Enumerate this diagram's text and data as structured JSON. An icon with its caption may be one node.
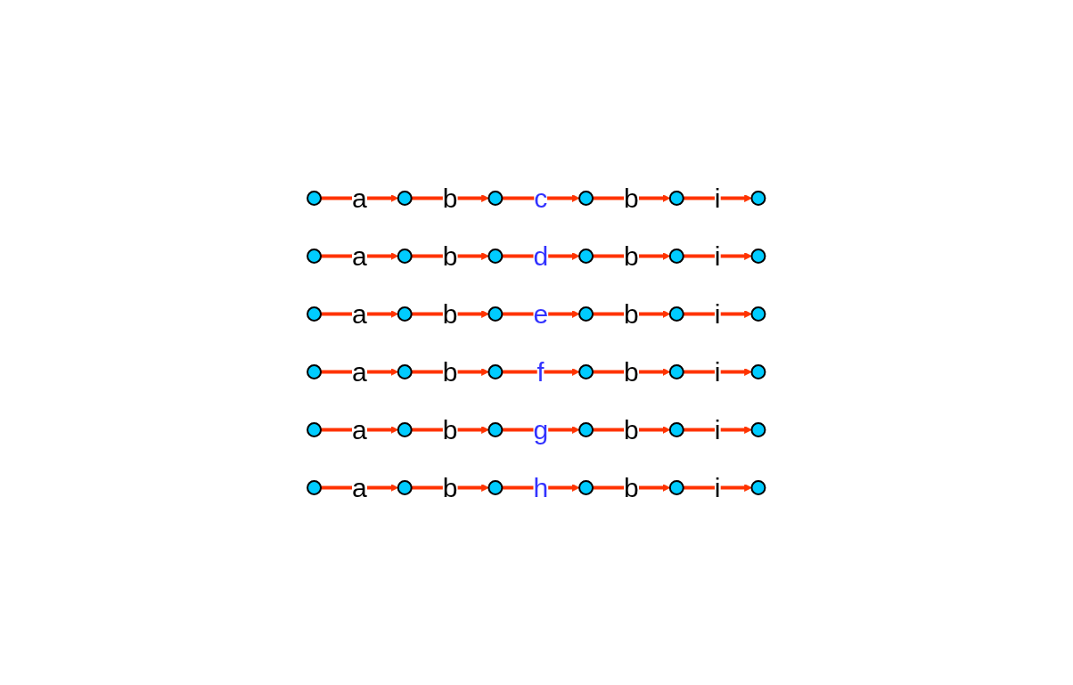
{
  "diagram": {
    "nodes": [
      {
        "text": [],
        "shape": "circle"
      },
      {
        "text": [],
        "shape": "circle"
      },
      {
        "text": [],
        "shape": "circle"
      },
      {
        "text": [],
        "shape": "circle"
      },
      {
        "text": [],
        "shape": "circle"
      },
      {
        "text": [],
        "shape": "circle"
      },
      {
        "text": [],
        "shape": "circle"
      },
      {
        "text": [],
        "shape": "circle"
      },
      {
        "text": [],
        "shape": "circle"
      },
      {
        "text": [],
        "shape": "circle"
      },
      {
        "text": [],
        "shape": "circle"
      },
      {
        "text": [],
        "shape": "circle"
      },
      {
        "text": [],
        "shape": "circle"
      },
      {
        "text": [],
        "shape": "circle"
      },
      {
        "text": [],
        "shape": "circle"
      },
      {
        "text": [],
        "shape": "circle"
      },
      {
        "text": [],
        "shape": "circle"
      },
      {
        "text": [],
        "shape": "circle"
      },
      {
        "text": [],
        "shape": "circle"
      },
      {
        "text": [],
        "shape": "circle"
      },
      {
        "text": [],
        "shape": "circle"
      },
      {
        "text": [],
        "shape": "circle"
      },
      {
        "text": [],
        "shape": "circle"
      },
      {
        "text": [],
        "shape": "circle"
      },
      {
        "text": [],
        "shape": "circle"
      },
      {
        "text": [],
        "shape": "circle"
      },
      {
        "text": [],
        "shape": "circle"
      },
      {
        "text": [],
        "shape": "circle"
      },
      {
        "text": [],
        "shape": "circle"
      },
      {
        "text": [],
        "shape": "circle"
      },
      {
        "text": [],
        "shape": "circle"
      },
      {
        "text": [],
        "shape": "circle"
      },
      {
        "text": [],
        "shape": "circle"
      },
      {
        "text": [],
        "shape": "circle"
      },
      {
        "text": [],
        "shape": "circle"
      },
      {
        "text": [],
        "shape": "circle"
      }
    ],
    "edges": [
      {
        "from": 0,
        "to": 1,
        "arrow": "to",
        "label": "a"
      },
      {
        "from": 1,
        "to": 2,
        "arrow": "to",
        "label": "b"
      },
      {
        "from": 2,
        "to": 3,
        "arrow": "to",
        "label": "c"
      },
      {
        "from": 3,
        "to": 4,
        "arrow": "to",
        "label": "b"
      },
      {
        "from": 4,
        "to": 5,
        "arrow": "to",
        "label": "i"
      },
      {
        "from": 6,
        "to": 7,
        "arrow": "to",
        "label": "a"
      },
      {
        "from": 7,
        "to": 8,
        "arrow": "to",
        "label": "b"
      },
      {
        "from": 8,
        "to": 9,
        "arrow": "to",
        "label": "d"
      },
      {
        "from": 9,
        "to": 10,
        "arrow": "to",
        "label": "b"
      },
      {
        "from": 10,
        "to": 11,
        "arrow": "to",
        "label": "i"
      },
      {
        "from": 12,
        "to": 13,
        "arrow": "to",
        "label": "a"
      },
      {
        "from": 13,
        "to": 14,
        "arrow": "to",
        "label": "b"
      },
      {
        "from": 14,
        "to": 15,
        "arrow": "to",
        "label": "e"
      },
      {
        "from": 15,
        "to": 16,
        "arrow": "to",
        "label": "b"
      },
      {
        "from": 16,
        "to": 17,
        "arrow": "to",
        "label": "i"
      },
      {
        "from": 18,
        "to": 19,
        "arrow": "to",
        "label": "a"
      },
      {
        "from": 19,
        "to": 20,
        "arrow": "to",
        "label": "b"
      },
      {
        "from": 20,
        "to": 21,
        "arrow": "to",
        "label": "f"
      },
      {
        "from": 21,
        "to": 22,
        "arrow": "to",
        "label": "b"
      },
      {
        "from": 22,
        "to": 23,
        "arrow": "to",
        "label": "i"
      },
      {
        "from": 24,
        "to": 25,
        "arrow": "to",
        "label": "a"
      },
      {
        "from": 25,
        "to": 26,
        "arrow": "to",
        "label": "b"
      },
      {
        "from": 26,
        "to": 27,
        "arrow": "to",
        "label": "g"
      },
      {
        "from": 27,
        "to": 28,
        "arrow": "to",
        "label": "b"
      },
      {
        "from": 28,
        "to": 29,
        "arrow": "to",
        "label": "i"
      },
      {
        "from": 30,
        "to": 31,
        "arrow": "to",
        "label": "a"
      },
      {
        "from": 31,
        "to": 32,
        "arrow": "to",
        "label": "b"
      },
      {
        "from": 32,
        "to": 33,
        "arrow": "to",
        "label": "h"
      },
      {
        "from": 33,
        "to": 34,
        "arrow": "to",
        "label": "b"
      },
      {
        "from": 34,
        "to": 35,
        "arrow": "to",
        "label": "i"
      }
    ]
  }
}
